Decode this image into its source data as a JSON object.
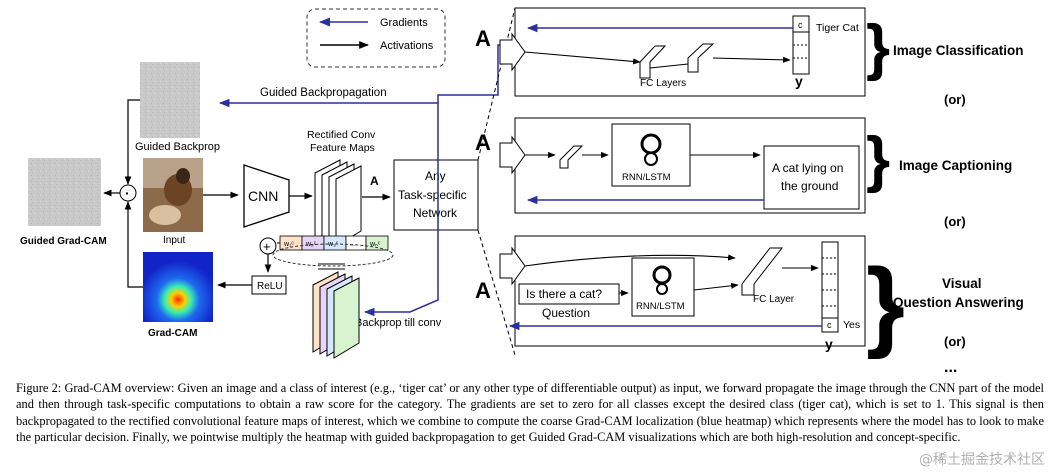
{
  "legend": {
    "gradients": "Gradients",
    "activations": "Activations"
  },
  "left": {
    "guided_backprop": "Guided Backprop",
    "input": "Input",
    "guided_gradcam": "Guided Grad-CAM",
    "gradcam": "Grad-CAM",
    "guided_backpropagation": "Guided Backpropagation",
    "relu": "ReLU",
    "backprop_till_conv": "Backprop till conv",
    "multiply_symbol": "·",
    "plus_symbol": "+"
  },
  "center": {
    "cnn": "CNN",
    "rectified_line1": "Rectified Conv",
    "rectified_line2": "Feature Maps",
    "a_small": "A",
    "any_line1": "Any",
    "any_line2": "Task-specific",
    "any_line3": "Network",
    "weights": [
      "w₁ᶜ",
      "w₂ᶜ",
      "w₃ᶜ",
      "...",
      "wₙᶜ"
    ]
  },
  "tasks": {
    "a_label": "A",
    "classification": {
      "tiger_cat": "Tiger Cat",
      "fc_layers": "FC Layers",
      "c": "c",
      "y": "y",
      "title": "Image Classification"
    },
    "captioning": {
      "rnn": "RNN/LSTM",
      "output_line1": "A cat lying on",
      "output_line2": "the ground",
      "title": "Image Captioning"
    },
    "vqa": {
      "question_text": "Is there a cat?",
      "question_label": "Question",
      "rnn": "RNN/LSTM",
      "fc_layer": "FC Layer",
      "c": "c",
      "yes": "Yes",
      "y": "y",
      "title_line1": "Visual",
      "title_line2": "Question Answering"
    },
    "or_label": "(or)",
    "ellipsis": "..."
  },
  "caption": {
    "label": "Figure 2:",
    "text": "Grad-CAM overview: Given an image and a class of interest (e.g., ‘tiger cat’ or any other type of differentiable output) as input, we forward propagate the image through the CNN part of the model and then through task-specific computations to obtain a raw score for the category. The gradients are set to zero for all classes except the desired class (tiger cat), which is set to 1. This signal is then backpropagated to the rectified convolutional feature maps of interest, which we combine to compute the coarse Grad-CAM localization (blue heatmap) which represents where the model has to look to make the particular decision. Finally, we pointwise multiply the heatmap with guided backpropagation to get Guided Grad-CAM visualizations which are both high-resolution and concept-specific."
  },
  "watermark": "@稀土掘金技术社区",
  "colors": {
    "gradient_arrow": "#2c2f9e",
    "activation_arrow": "#000000",
    "heatmap": "#1b2fd8"
  }
}
